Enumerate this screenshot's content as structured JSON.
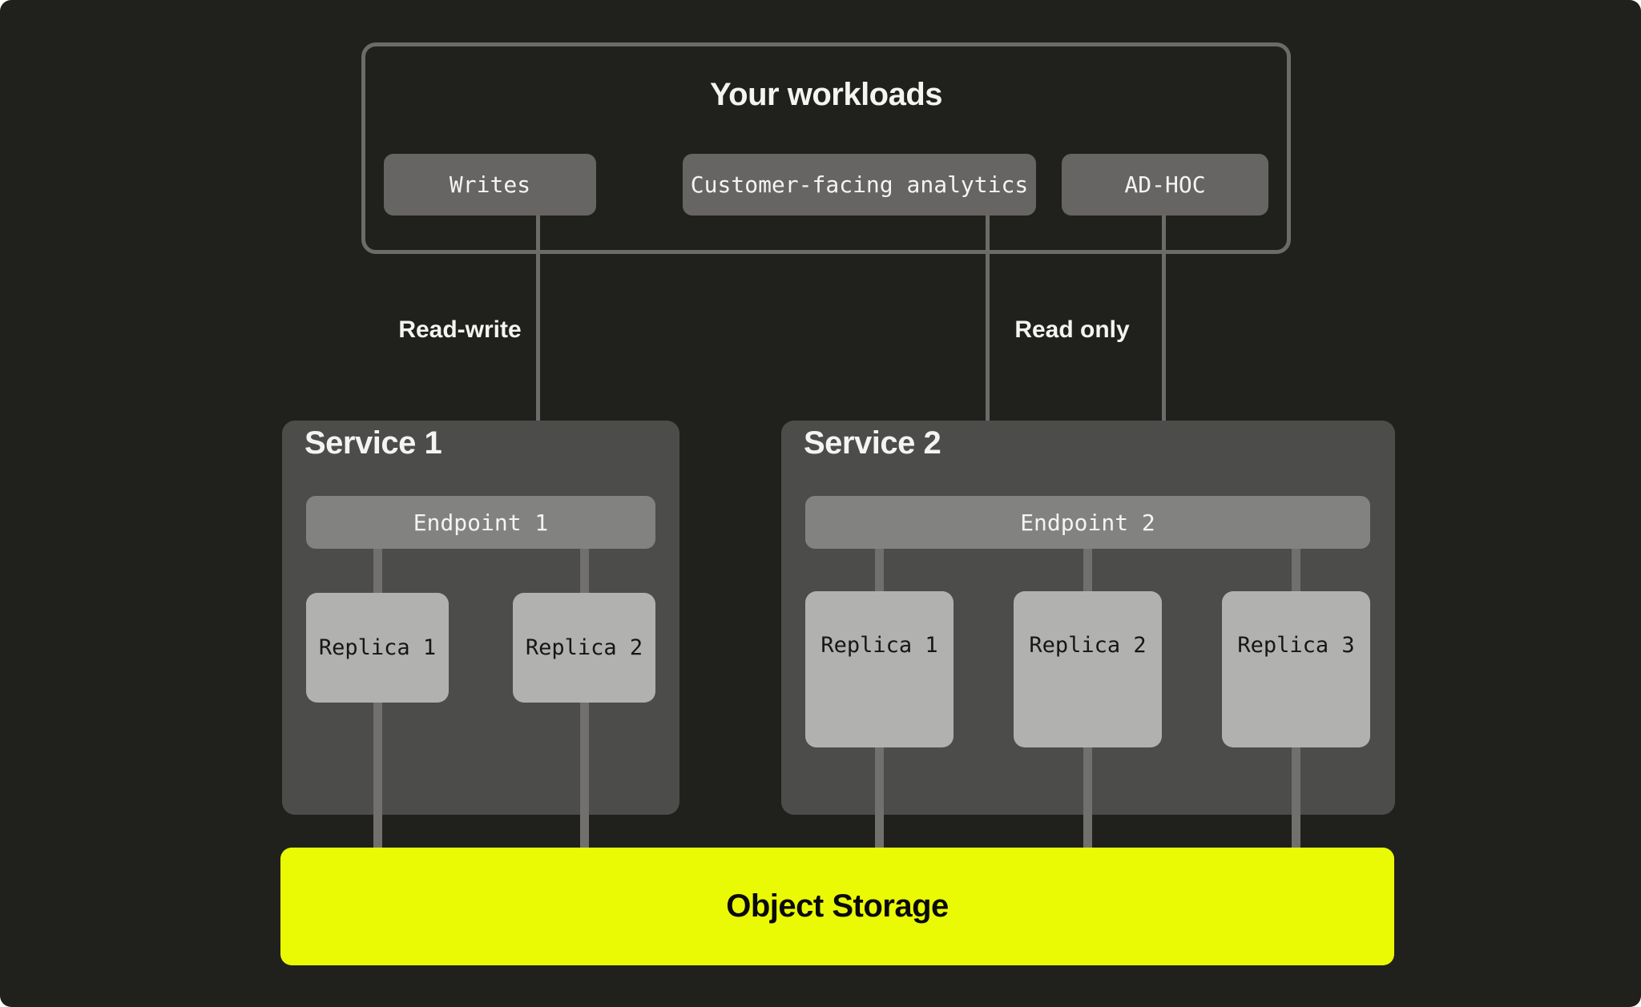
{
  "colors": {
    "bg": "#20211c",
    "panel": "#4c4c4b",
    "button": "#666564",
    "endpoint": "#828281",
    "replica": "#b1b1b0",
    "connector": "#71706f",
    "line": "#6b6b6a",
    "yellow": "#eafa05",
    "text-light": "#f4f4f3",
    "text-dark": "#161616",
    "text-storage": "#0a0a0a"
  },
  "workloads": {
    "title": "Your workloads",
    "buttons": [
      {
        "id": "writes",
        "label": "Writes"
      },
      {
        "id": "customer-facing-analytics",
        "label": "Customer-facing analytics"
      },
      {
        "id": "ad-hoc",
        "label": "AD-HOC"
      }
    ]
  },
  "edges": {
    "read_write_label": "Read-write",
    "read_only_label": "Read only"
  },
  "services": [
    {
      "title": "Service 1",
      "endpoint": "Endpoint 1",
      "replicas": [
        "Replica 1",
        "Replica 2"
      ]
    },
    {
      "title": "Service 2",
      "endpoint": "Endpoint 2",
      "replicas": [
        "Replica 1",
        "Replica 2",
        "Replica 3"
      ]
    }
  ],
  "storage": {
    "label": "Object Storage"
  }
}
